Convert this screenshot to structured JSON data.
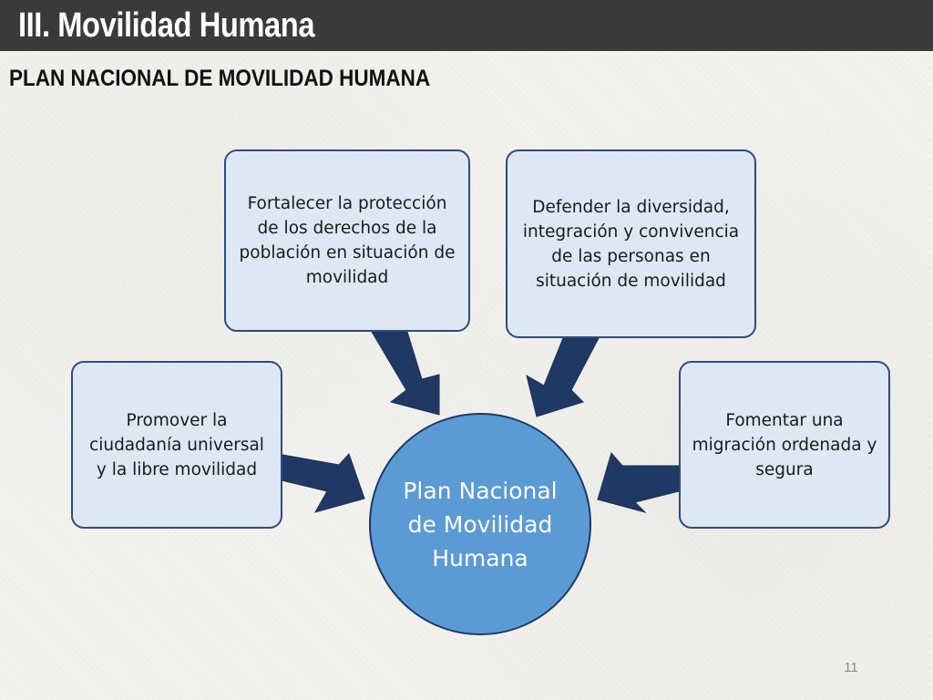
{
  "header": {
    "title": "III. Movilidad Humana",
    "subtitle": "PLAN NACIONAL DE MOVILIDAD HUMANA"
  },
  "diagram": {
    "center": "Plan Nacional de Movilidad Humana",
    "nodes": [
      {
        "id": "left",
        "text": "Promover la ciudadanía universal y la libre movilidad"
      },
      {
        "id": "top1",
        "text": "Fortalecer la protección de los derechos de la población en situación de movilidad"
      },
      {
        "id": "top2",
        "text": "Defender la diversidad, integración y convivencia de las personas en situación de movilidad"
      },
      {
        "id": "right",
        "text": "Fomentar una migración ordenada y segura"
      }
    ]
  },
  "colors": {
    "title_bar": "#3a3a38",
    "node_fill": "#dde8f4",
    "node_border": "#2e4c7d",
    "hub_fill": "#5b9bd5",
    "arrow": "#1f3864"
  },
  "footer": {
    "page_number": "11"
  }
}
